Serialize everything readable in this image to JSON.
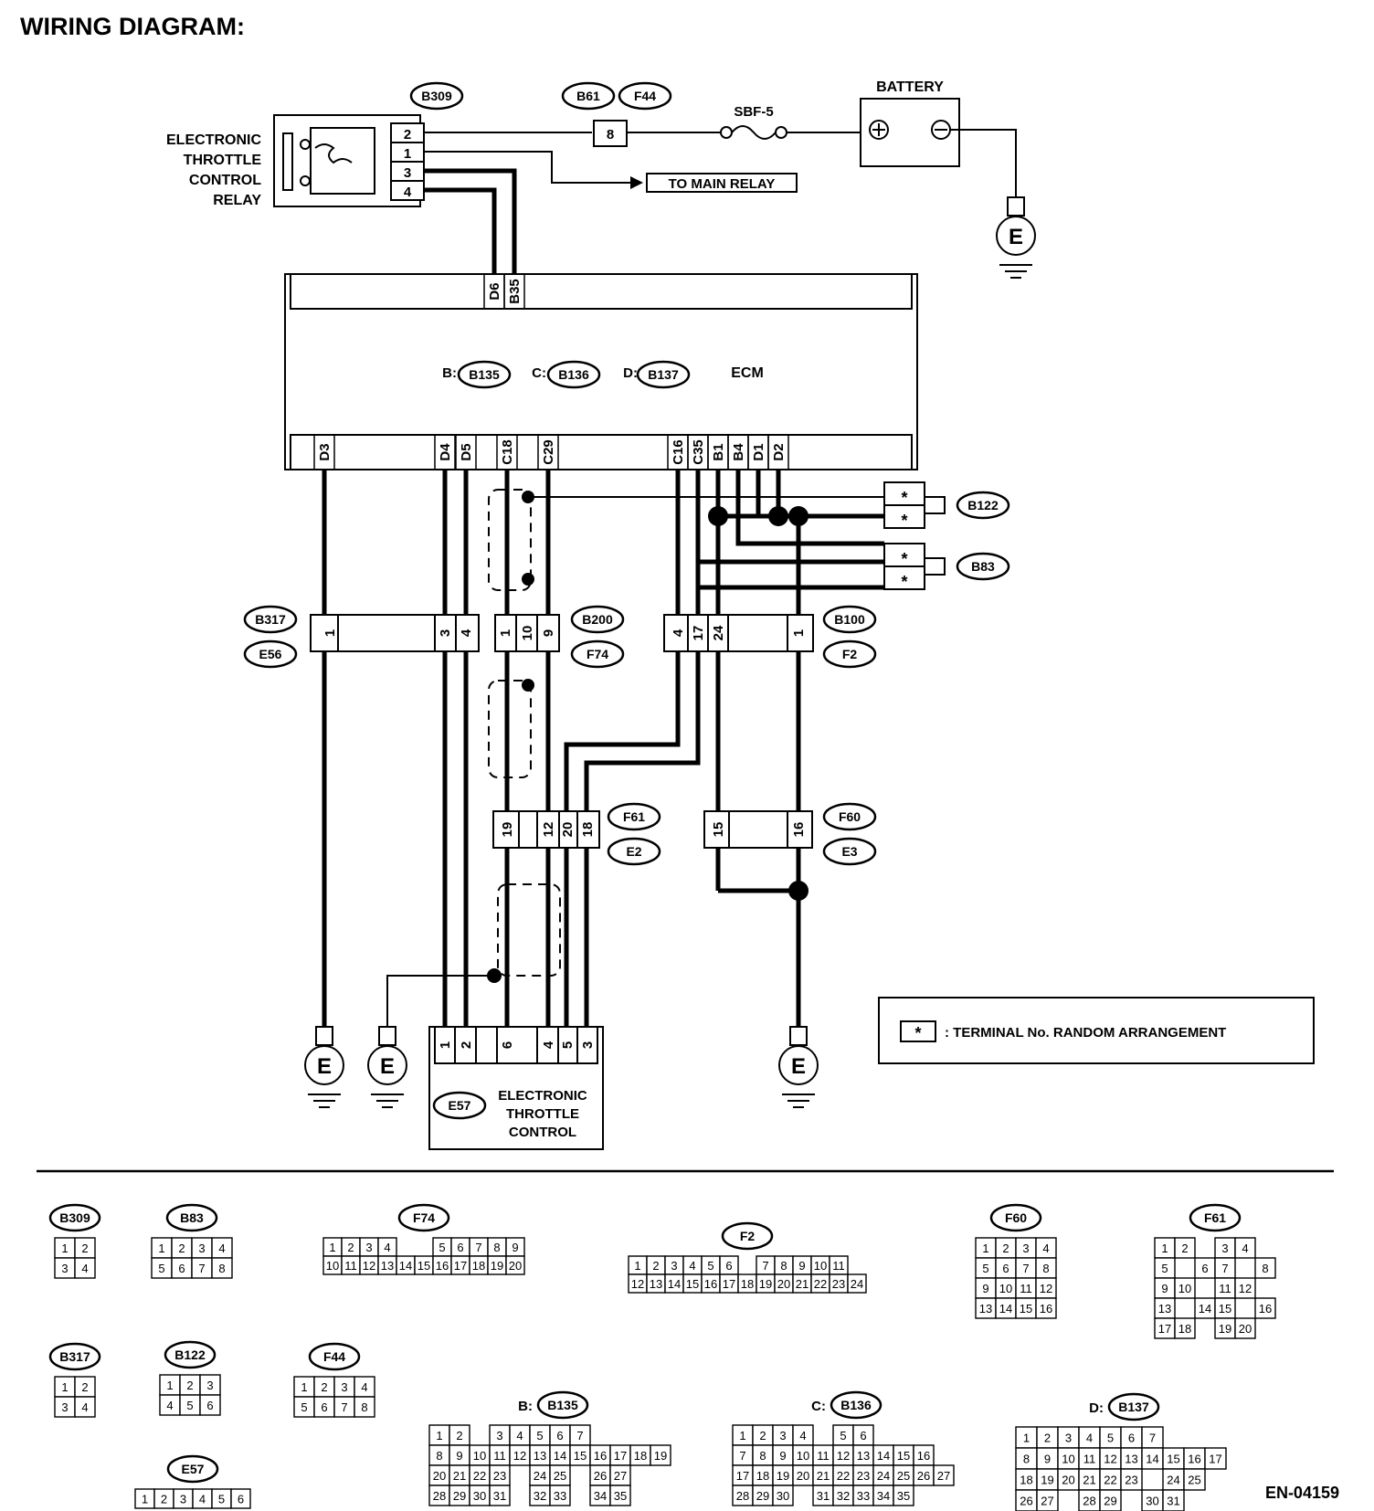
{
  "title": "WIRING DIAGRAM:",
  "doc_code": "EN-04159",
  "components": {
    "relay_lines": [
      "ELECTRONIC",
      "THROTTLE",
      "CONTROL",
      "RELAY"
    ],
    "battery": "BATTERY",
    "fuse": "SBF-5",
    "to_main_relay": "TO MAIN RELAY",
    "ecm": "ECM",
    "ecm_b_prefix": "B:",
    "ecm_c_prefix": "C:",
    "ecm_d_prefix": "D:",
    "etc_lines": [
      "ELECTRONIC",
      "THROTTLE",
      "CONTROL"
    ],
    "ground": "E",
    "legend_star": "*",
    "legend_text": ": TERMINAL No. RANDOM ARRANGEMENT"
  },
  "relay_terminals": [
    "2",
    "1",
    "3",
    "4"
  ],
  "f44_terminal": "8",
  "ecm_top_pins": [
    "D6",
    "B35"
  ],
  "ecm_bottom_pins": [
    "D3",
    "D4",
    "D5",
    "C18",
    "C29",
    "C16",
    "C35",
    "B1",
    "B4",
    "D1",
    "D2"
  ],
  "connectors": {
    "B317_E56": [
      "1",
      "3",
      "4"
    ],
    "B200_F74": [
      "1",
      "10",
      "9"
    ],
    "B100_F2": [
      "4",
      "17",
      "24",
      "1"
    ],
    "F61_E2": [
      "19",
      "12",
      "20",
      "18"
    ],
    "F60_E3": [
      "15",
      "16"
    ],
    "E57": [
      "1",
      "2",
      "6",
      "4",
      "5",
      "3"
    ],
    "B122": [
      "*",
      "*"
    ],
    "B83": [
      "*",
      "*"
    ]
  },
  "connector_ids": {
    "B309": "B309",
    "B61": "B61",
    "F44": "F44",
    "B135": "B135",
    "B136": "B136",
    "B137": "B137",
    "B317": "B317",
    "E56": "E56",
    "B200": "B200",
    "F74": "F74",
    "B100": "B100",
    "F2": "F2",
    "F61": "F61",
    "E2": "E2",
    "F60": "F60",
    "E3": "E3",
    "B122": "B122",
    "B83": "B83",
    "E57": "E57"
  },
  "pinouts": [
    {
      "id": "B309",
      "rows": [
        [
          "1",
          "2"
        ],
        [
          "3",
          "4"
        ]
      ]
    },
    {
      "id": "B83",
      "rows": [
        [
          "1",
          "2",
          "3",
          "4"
        ],
        [
          "5",
          "6",
          "7",
          "8"
        ]
      ]
    },
    {
      "id": "F74",
      "rows": [
        [
          "1",
          "2",
          "3",
          "4",
          "",
          "",
          "5",
          "6",
          "7",
          "8",
          "9"
        ],
        [
          "10",
          "11",
          "12",
          "13",
          "14",
          "15",
          "16",
          "17",
          "18",
          "19",
          "20"
        ]
      ]
    },
    {
      "id": "F2",
      "rows": [
        [
          "1",
          "2",
          "3",
          "4",
          "5",
          "6",
          "",
          "7",
          "8",
          "9",
          "10",
          "11"
        ],
        [
          "12",
          "13",
          "14",
          "15",
          "16",
          "17",
          "18",
          "19",
          "20",
          "21",
          "22",
          "23",
          "24"
        ]
      ]
    },
    {
      "id": "F60",
      "rows": [
        [
          "1",
          "2",
          "3",
          "4"
        ],
        [
          "5",
          "6",
          "7",
          "8"
        ],
        [
          "9",
          "10",
          "11",
          "12"
        ],
        [
          "13",
          "14",
          "15",
          "16"
        ]
      ]
    },
    {
      "id": "F61",
      "rows": [
        [
          "1",
          "2",
          "",
          "3",
          "4"
        ],
        [
          "5",
          "",
          "6",
          "7",
          "",
          "8"
        ],
        [
          "9",
          "10",
          "",
          "11",
          "12"
        ],
        [
          "13",
          "",
          "14",
          "15",
          "",
          "16"
        ],
        [
          "17",
          "18",
          "",
          "19",
          "20"
        ]
      ]
    },
    {
      "id": "B317",
      "rows": [
        [
          "1",
          "2"
        ],
        [
          "3",
          "4"
        ]
      ]
    },
    {
      "id": "B122",
      "rows": [
        [
          "1",
          "2",
          "3"
        ],
        [
          "4",
          "5",
          "6"
        ]
      ]
    },
    {
      "id": "F44",
      "rows": [
        [
          "1",
          "2",
          "3",
          "4"
        ],
        [
          "5",
          "6",
          "7",
          "8"
        ]
      ]
    },
    {
      "id": "E57",
      "rows": [
        [
          "1",
          "2",
          "3",
          "4",
          "5",
          "6"
        ]
      ]
    },
    {
      "id": "B135",
      "prefix": "B:",
      "rows": [
        [
          "1",
          "2",
          "",
          "3",
          "4",
          "5",
          "6",
          "7"
        ],
        [
          "8",
          "9",
          "10",
          "11",
          "12",
          "13",
          "14",
          "15",
          "16",
          "17",
          "18",
          "19"
        ],
        [
          "20",
          "21",
          "22",
          "23",
          "",
          "24",
          "25",
          "",
          "26",
          "27"
        ],
        [
          "28",
          "29",
          "30",
          "31",
          "",
          "32",
          "33",
          "",
          "34",
          "35"
        ]
      ]
    },
    {
      "id": "B136",
      "prefix": "C:",
      "rows": [
        [
          "1",
          "2",
          "3",
          "4",
          "",
          "5",
          "6"
        ],
        [
          "7",
          "8",
          "9",
          "10",
          "11",
          "12",
          "13",
          "14",
          "15",
          "16"
        ],
        [
          "17",
          "18",
          "19",
          "20",
          "21",
          "22",
          "23",
          "24",
          "25",
          "26",
          "27"
        ],
        [
          "28",
          "29",
          "30",
          "",
          "31",
          "32",
          "33",
          "34",
          "35"
        ]
      ]
    },
    {
      "id": "B137",
      "prefix": "D:",
      "rows": [
        [
          "1",
          "2",
          "3",
          "4",
          "5",
          "6",
          "7"
        ],
        [
          "8",
          "9",
          "10",
          "11",
          "12",
          "13",
          "14",
          "15",
          "16",
          "17"
        ],
        [
          "18",
          "19",
          "20",
          "21",
          "22",
          "23",
          "",
          "24",
          "25"
        ],
        [
          "26",
          "27",
          "",
          "28",
          "29",
          "",
          "30",
          "31"
        ]
      ]
    }
  ]
}
